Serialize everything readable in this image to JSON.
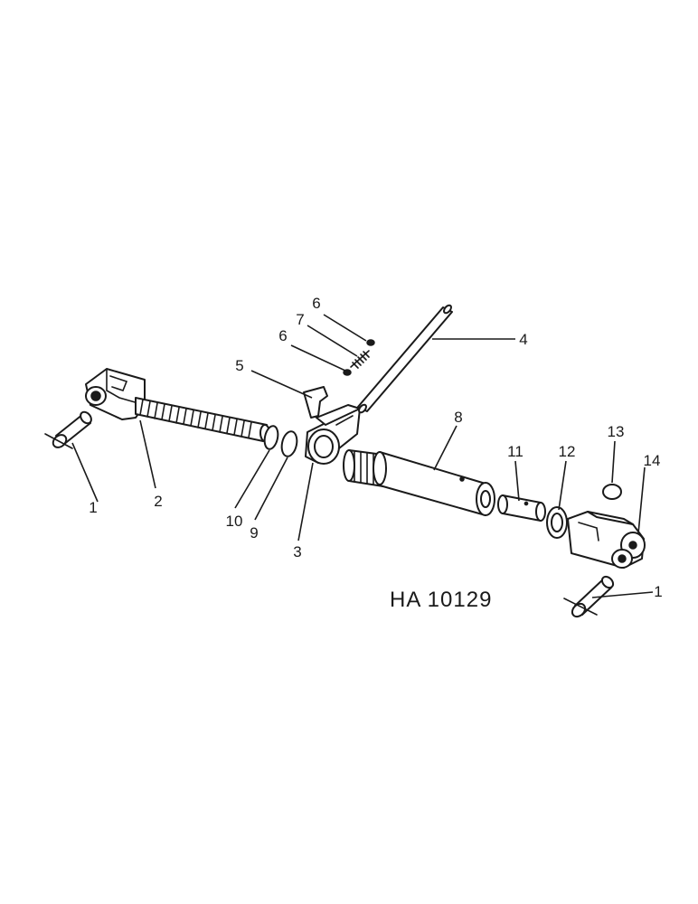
{
  "diagram_code": "HA 10129",
  "callouts": [
    {
      "text": "1"
    },
    {
      "text": "2"
    },
    {
      "text": "10"
    },
    {
      "text": "9"
    },
    {
      "text": "3"
    },
    {
      "text": "5"
    },
    {
      "text": "6"
    },
    {
      "text": "7"
    },
    {
      "text": "6"
    },
    {
      "text": "4"
    },
    {
      "text": "8"
    },
    {
      "text": "11"
    },
    {
      "text": "12"
    },
    {
      "text": "13"
    },
    {
      "text": "14"
    },
    {
      "text": "1"
    }
  ],
  "parts": {
    "1": "pin",
    "2": "threaded yoke rod",
    "3": "swivel end",
    "4": "rod",
    "5": "pawl",
    "6": "pin",
    "7": "spring",
    "8": "tube",
    "9": "ring",
    "10": "ring",
    "11": "pin",
    "12": "bushing",
    "13": "ring",
    "14": "yoke"
  }
}
